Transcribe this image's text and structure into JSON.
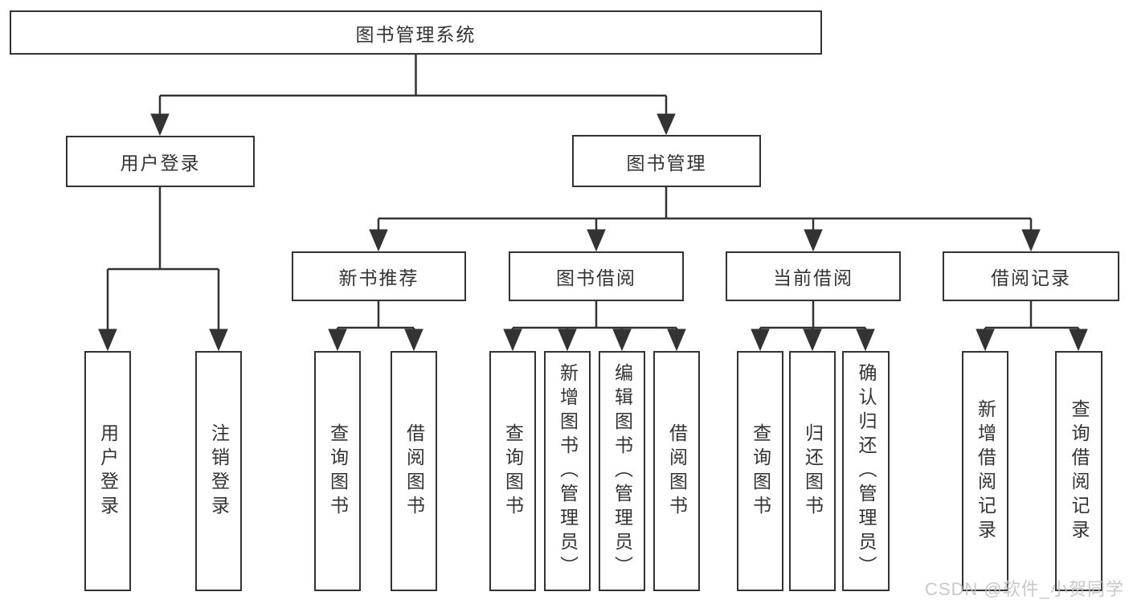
{
  "colors": {
    "line": "#333333",
    "box_fill": "#ffffff",
    "text": "#333333",
    "watermark": "#bfbfbf"
  },
  "watermark": {
    "text": "CSDN @软件_小贺同学"
  },
  "tree": {
    "root": {
      "label": "图书管理系统",
      "children": [
        {
          "label": "用户登录",
          "children": [
            {
              "label": "用户登录"
            },
            {
              "label": "注销登录"
            }
          ]
        },
        {
          "label": "图书管理",
          "children": [
            {
              "label": "新书推荐",
              "children": [
                {
                  "label": "查询图书"
                },
                {
                  "label": "借阅图书"
                }
              ]
            },
            {
              "label": "图书借阅",
              "children": [
                {
                  "label": "查询图书"
                },
                {
                  "label": "新增图书（管理员）"
                },
                {
                  "label": "编辑图书（管理员）"
                },
                {
                  "label": "借阅图书"
                }
              ]
            },
            {
              "label": "当前借阅",
              "children": [
                {
                  "label": "查询图书"
                },
                {
                  "label": "归还图书"
                },
                {
                  "label": "确认归还（管理员）"
                }
              ]
            },
            {
              "label": "借阅记录",
              "children": [
                {
                  "label": "新增借阅记录"
                },
                {
                  "label": "查询借阅记录"
                }
              ]
            }
          ]
        }
      ]
    }
  }
}
